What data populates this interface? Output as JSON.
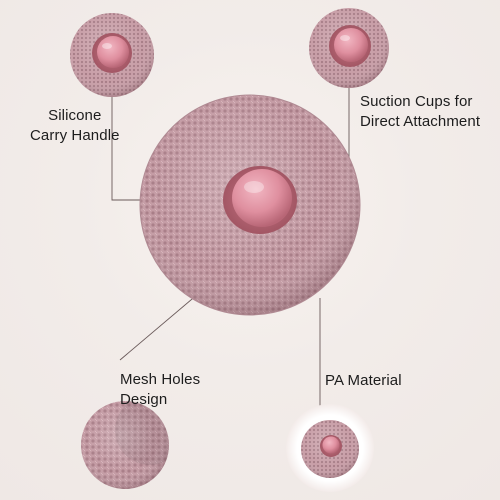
{
  "callouts": {
    "silicone_handle": {
      "line1": "Silicone",
      "line2": "Carry Handle"
    },
    "suction_cups": {
      "line1": "Suction Cups for",
      "line2": "Direct Attachment"
    },
    "mesh_holes": {
      "line1": "Mesh Holes",
      "line2": "Design"
    },
    "pa_material": {
      "line1": "PA Material"
    }
  },
  "colors": {
    "background": "#f1ebe8",
    "sponge_pink": "#c59aa4",
    "handle_pink": "#d98a9a",
    "leader_line": "#6a5a5a"
  }
}
